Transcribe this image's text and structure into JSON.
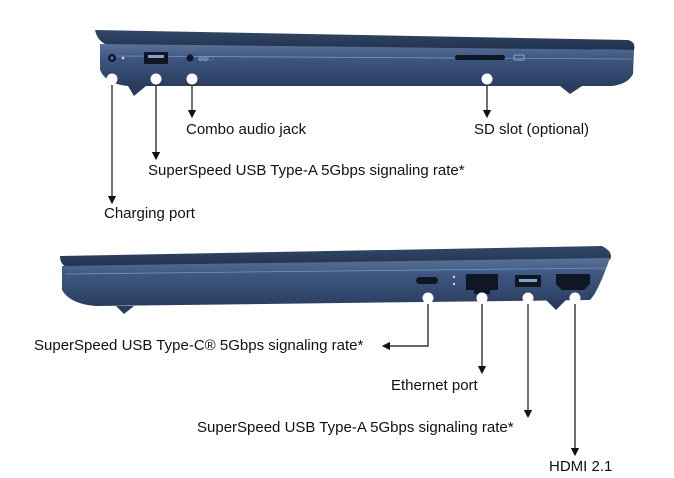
{
  "left_side": {
    "ports": [
      {
        "id": "combo-audio-jack",
        "label": "Combo audio jack"
      },
      {
        "id": "sd-slot",
        "label": "SD slot (optional)"
      },
      {
        "id": "usb-a-left",
        "label": "SuperSpeed USB Type-A 5Gbps signaling rate*"
      },
      {
        "id": "charging-port",
        "label": "Charging port"
      }
    ]
  },
  "right_side": {
    "ports": [
      {
        "id": "usb-c",
        "label": "SuperSpeed USB Type-C® 5Gbps signaling rate*"
      },
      {
        "id": "ethernet-port",
        "label": "Ethernet port"
      },
      {
        "id": "usb-a-right",
        "label": "SuperSpeed USB Type-A 5Gbps signaling rate*"
      },
      {
        "id": "hdmi",
        "label": "HDMI 2.1"
      }
    ]
  },
  "colors": {
    "chassis": "#3c5478",
    "chassis_dark": "#24344f",
    "chassis_light": "#6a82a6",
    "callout_dot": "#ffffff",
    "line": "#111111"
  }
}
